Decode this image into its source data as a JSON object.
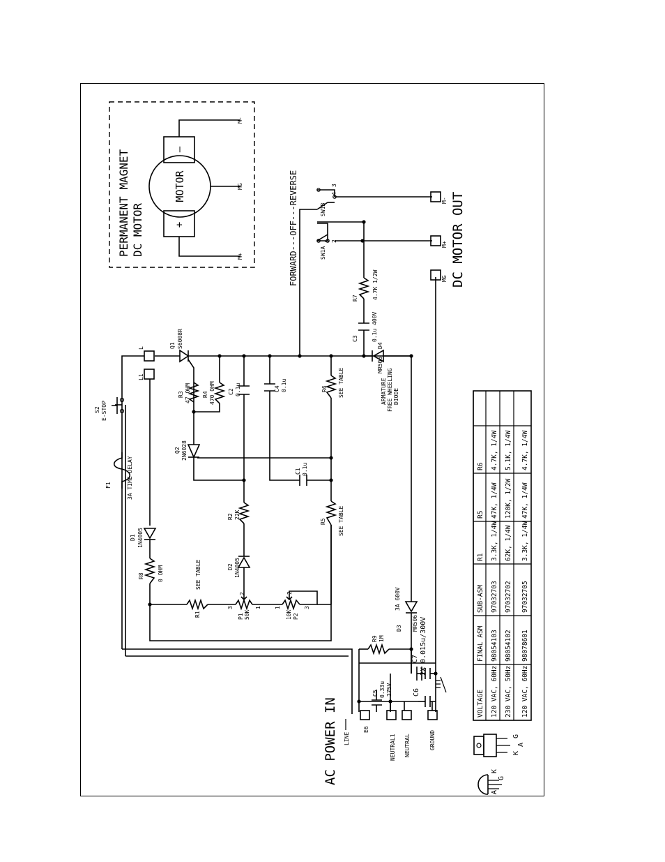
{
  "motor_box": {
    "title_line1": "PERMANENT MAGNET",
    "title_line2": "DC MOTOR",
    "motor_label": "MOTOR",
    "plus": "+",
    "minus": "—",
    "terminals": {
      "m_plus": "M+",
      "mg": "MG",
      "m_minus": "M-"
    }
  },
  "section_titles": {
    "ac_power_in": "AC POWER IN",
    "dc_motor_out": "DC MOTOR OUT"
  },
  "switch": {
    "label": "FORWARD---OFF---REVERSE",
    "sw1a": "SW1A",
    "sw1b": "SW1B",
    "pin1": "1",
    "pin2": "2",
    "pin3": "3",
    "pin4": "4"
  },
  "input_terminals": {
    "line": "LINE",
    "e6": "E6",
    "neutral1": "NEUTRAL1",
    "neutral": "NEUTRAL",
    "ground": "GROUND"
  },
  "output_terminals": {
    "m_plus": "M+",
    "m_minus": "M-",
    "mg": "MG"
  },
  "components": {
    "f1": "F1",
    "f1_val": "3A TIME DELAY",
    "s2": "S2",
    "s2_val": "E-STOP",
    "l": "L",
    "l1": "L1",
    "q1": "Q1",
    "q1_val": "S6008R",
    "q2": "Q2",
    "q2_val": "2N6028",
    "r3": "R3",
    "r3_val": "47 OHM",
    "r4": "R4",
    "r4_val": "470 OHM",
    "c2": "C2",
    "c2_val": "0.1u",
    "c4": "C4",
    "c4_val": "0.1u",
    "c1": "C1",
    "c1_val": "0.1u",
    "r6": "R6",
    "r6_val": "SEE TABLE",
    "r5": "R5",
    "r5_val": "SEE TABLE",
    "d1": "D1",
    "d1_val": "1N4005",
    "d2": "D2",
    "d2_val": "1N4005",
    "r2": "R2",
    "r2_val": "22K",
    "r8": "R8",
    "r8_val": "0 OHM",
    "r1": "R1",
    "r1_val": "SEE TABLE",
    "p1": "P1",
    "p1_val": "50K",
    "p2": "P2",
    "p2_val": "10K",
    "d3": "D3",
    "d3_val": "MR506",
    "d3_rating": "3A 600V",
    "r9": "R9",
    "r9_val": "1M",
    "c7": "C7",
    "c7_val": "2X 0.015u/300V",
    "c5": "C5",
    "c5_val": "0.33u",
    "c5_volt": "275V",
    "c6": "C6",
    "c3": "C3",
    "c3_val": "0.1u 400V",
    "r7": "R7",
    "r7_val": "4.7K 1/2W",
    "d4": "D4",
    "d4_val": "MR506",
    "d4_note1": "ARMATURE",
    "d4_note2": "FREE WHEELING",
    "d4_note3": "DIODE",
    "pin_labels": {
      "one": "1",
      "two": "2",
      "three": "3"
    }
  },
  "table": {
    "headers": [
      "VOLTAGE",
      "FINAL ASM",
      "SUB-ASM",
      "R1",
      "R5",
      "R6"
    ],
    "rows": [
      [
        "120 VAC, 60Hz",
        "98054103",
        "97032703",
        "3.3K, 1/4W",
        "47K, 1/4W",
        "4.7K, 1/4W"
      ],
      [
        "230 VAC, 50Hz",
        "98054102",
        "97032702",
        "62K, 1/4W",
        "120K, 1/2W",
        "5.1K, 1/4W"
      ],
      [
        "120 VAC, 60Hz",
        "98078601",
        "97032705",
        "3.3K, 1/4W",
        "47K, 1/4W",
        "4.7K, 1/4W"
      ]
    ]
  },
  "pinouts": {
    "to92": [
      "A",
      "G",
      "K"
    ],
    "to220": [
      "K",
      "A",
      "G"
    ]
  }
}
